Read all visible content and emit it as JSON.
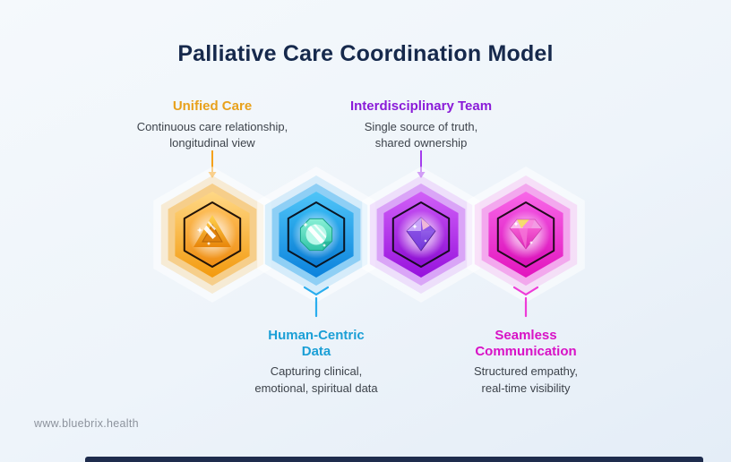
{
  "title": "Palliative Care Coordination Model",
  "items": [
    {
      "label": "Unified Care",
      "description": "Continuous care relationship,\nlongitudinal view",
      "accent": "#E8A11C",
      "icon": "triangle-gem-icon",
      "label_position": "top"
    },
    {
      "label": "Human-Centric\nData",
      "description": "Capturing clinical,\nemotional, spiritual data",
      "accent": "#1B9FD6",
      "icon": "round-gem-icon",
      "label_position": "bottom"
    },
    {
      "label": "Interdisciplinary Team",
      "description": "Single source of truth,\nshared ownership",
      "accent": "#8A1BD8",
      "icon": "crystal-gem-icon",
      "label_position": "top"
    },
    {
      "label": "Seamless\nCommunication",
      "description": "Structured empathy,\nreal-time visibility",
      "accent": "#D812C6",
      "icon": "diamond-gem-icon",
      "label_position": "bottom"
    }
  ],
  "footer": {
    "website": "www.bluebrix.health"
  },
  "colors": {
    "title_text": "#16294C",
    "body_text": "#3D434B",
    "footer_text": "#8D939D",
    "bottom_bar": "#1E2C4D",
    "background": "#EEF4FA"
  }
}
